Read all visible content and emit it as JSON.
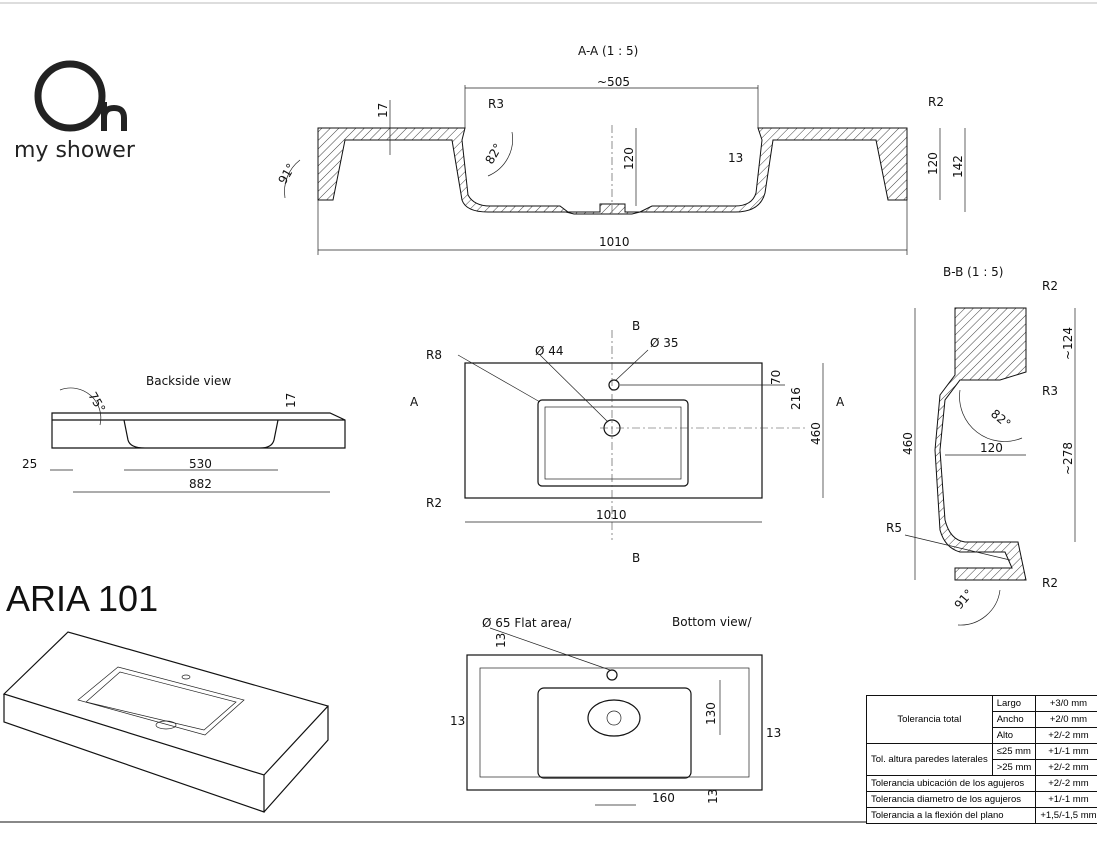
{
  "logo": {
    "mark": "Oh",
    "text": "my shower"
  },
  "model": "ARIA 101",
  "section_aa": {
    "title": "A-A  (1 : 5)",
    "dims": [
      "~505",
      "R3",
      "R2",
      "17",
      "120",
      "120",
      "142",
      "82°",
      "91°",
      "13",
      "1010"
    ]
  },
  "section_bb": {
    "title": "B-B  (1 : 5)",
    "dims": [
      "R2",
      "~124",
      "R3",
      "82°",
      "120",
      "460",
      "~278",
      "R5",
      "R2",
      "91°"
    ]
  },
  "backside": {
    "title": "Backside view",
    "dims": [
      "75°",
      "17",
      "25",
      "530",
      "882"
    ]
  },
  "top_view": {
    "labels": [
      "R8",
      "Ø 44",
      "Ø 35",
      "B",
      "B",
      "A",
      "A",
      "70",
      "216",
      "460",
      "R2",
      "1010"
    ]
  },
  "bottom_view": {
    "title": "Bottom view/",
    "labels": [
      "Ø 65 Flat area/",
      "13",
      "13",
      "130",
      "13",
      "160",
      "13"
    ]
  },
  "tolerances": {
    "total_label": "Tolerancia total",
    "total": [
      {
        "k": "Largo",
        "v": "+3/0 mm"
      },
      {
        "k": "Ancho",
        "v": "+2/0 mm"
      },
      {
        "k": "Alto",
        "v": "+2/-2 mm"
      }
    ],
    "walls_label": "Tol. altura paredes laterales",
    "walls": [
      {
        "k": "≤25 mm",
        "v": "+1/-1 mm"
      },
      {
        "k": ">25 mm",
        "v": "+2/-2 mm"
      }
    ],
    "rows": [
      {
        "k": "Tolerancia ubicación de los agujeros",
        "v": "+2/-2 mm"
      },
      {
        "k": "Tolerancia diametro de los agujeros",
        "v": "+1/-1 mm"
      },
      {
        "k": "Tolerancia a la flexión del plano",
        "v": "+1,5/-1,5 mm"
      }
    ]
  }
}
